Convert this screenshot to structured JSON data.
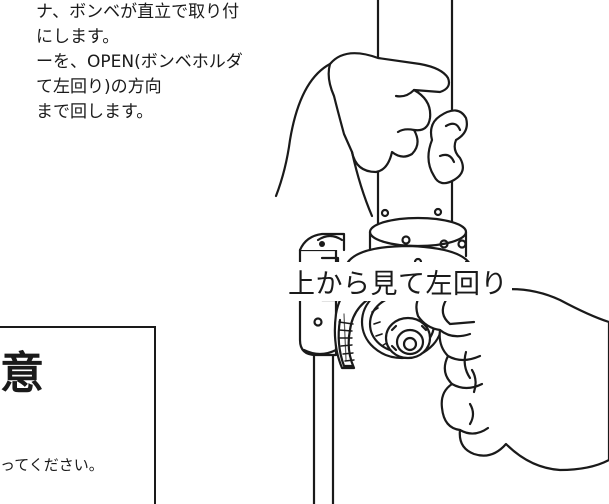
{
  "instructions": {
    "lines": [
      "ナ、ボンベが直立で取り付",
      "にします。",
      "ーを、OPEN(ボンベホルダ",
      "て左回り)の方向",
      "まで回します。"
    ]
  },
  "illustration": {
    "direction_label": "上から見て左回り",
    "icons": [
      "hand-icon",
      "cylinder-holder-icon",
      "rotation-arrow-icon",
      "pole-icon"
    ]
  },
  "caution": {
    "title": "意",
    "text": "ってください。"
  },
  "colors": {
    "ink": "#1a1a1a",
    "paper": "#ffffff",
    "shade": "#5a5a5a"
  }
}
